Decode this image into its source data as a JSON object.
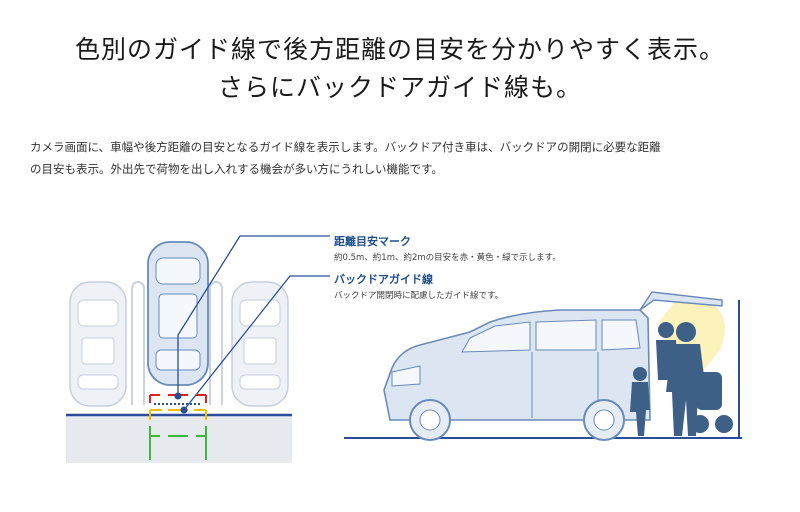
{
  "headline": {
    "line1": "色別のガイド線で後方距離の目安を分かりやすく表示。",
    "line2": "さらにバックドアガイド線も。"
  },
  "description": {
    "line1": "カメラ画面に、車幅や後方距離の目安となるガイド線を表示します。バックドア付き車は、バックドアの開閉に必要な距離",
    "line2": "の目安も表示。外出先で荷物を出し入れする機会が多い方にうれしい機能です。"
  },
  "annotations": {
    "distance_mark": {
      "title": "距離目安マーク",
      "desc": "約0.5m、約1m、約2mの目安を赤・黄色・緑で示します。"
    },
    "backdoor_guide": {
      "title": "バックドアガイド線",
      "desc": "バックドア開閉時に配慮したガイド線です。"
    }
  },
  "colors": {
    "title_blue": "#1e4e8c",
    "guide_red": "#e02020",
    "guide_yellow": "#f0c000",
    "guide_green": "#3cb83c",
    "car_fill": "#dce6f2",
    "car_stroke": "#6a8ab8",
    "people_fill": "#3e5f86",
    "light_yellow": "#fbf0b0"
  }
}
